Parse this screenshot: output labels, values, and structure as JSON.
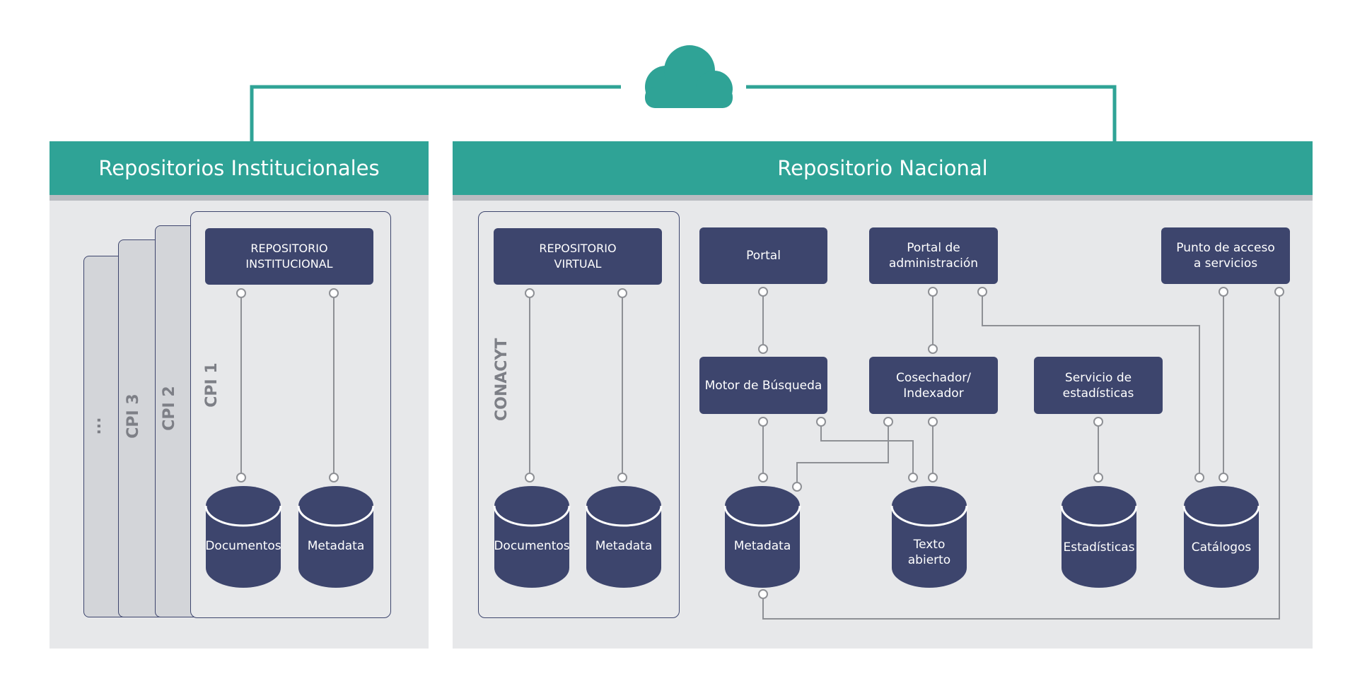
{
  "colors": {
    "accent": "#2fa396",
    "box": "#3d456d",
    "panel": "#e7e8ea",
    "sheet": "#d3d5d9",
    "wire": "#8e9095",
    "label_gray": "#7d7f86"
  },
  "cloud_icon": "cloud-icon",
  "institutional": {
    "title": "Repositorios Institucionales",
    "repository_box": "REPOSITORIO\nINSTITUCIONAL",
    "layers": [
      "CPI 1",
      "CPI 2",
      "CPI 3",
      "..."
    ],
    "databases": [
      "Documentos",
      "Metadata"
    ]
  },
  "national": {
    "title": "Repositorio Nacional",
    "conacyt": {
      "label": "CONACYT",
      "repository_box": "REPOSITORIO\nVIRTUAL",
      "databases": [
        "Documentos",
        "Metadata"
      ]
    },
    "components": {
      "portal": "Portal",
      "admin_portal": "Portal de\nadministración",
      "access_point": "Punto de acceso\na servicios",
      "search_engine": "Motor de Búsqueda",
      "harvester": "Cosechador/\nIndexador",
      "stats_service": "Servicio de\nestadísticas"
    },
    "databases": {
      "metadata": "Metadata",
      "open_text": "Texto\nabierto",
      "statistics": "Estadísticas",
      "catalogs": "Catálogos"
    }
  }
}
